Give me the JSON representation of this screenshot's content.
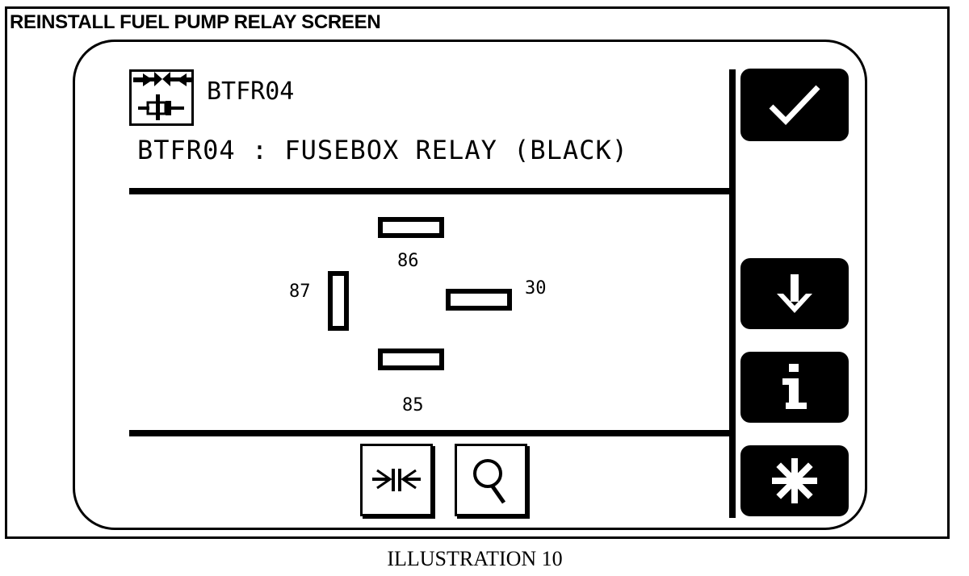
{
  "header": {
    "title": "REINSTALL FUEL PUMP RELAY SCREEN"
  },
  "connector": {
    "code": "BTFR04",
    "description": "BTFR04 : FUSEBOX RELAY (BLACK)"
  },
  "pins": {
    "p86": "86",
    "p87": "87",
    "p30": "30",
    "p85": "85"
  },
  "side_buttons": [
    "check-icon",
    "down-arrow-icon",
    "info-icon",
    "asterisk-icon"
  ],
  "bottom_buttons": [
    "connector-view-icon",
    "magnifier-icon"
  ],
  "caption": "ILLUSTRATION 10"
}
